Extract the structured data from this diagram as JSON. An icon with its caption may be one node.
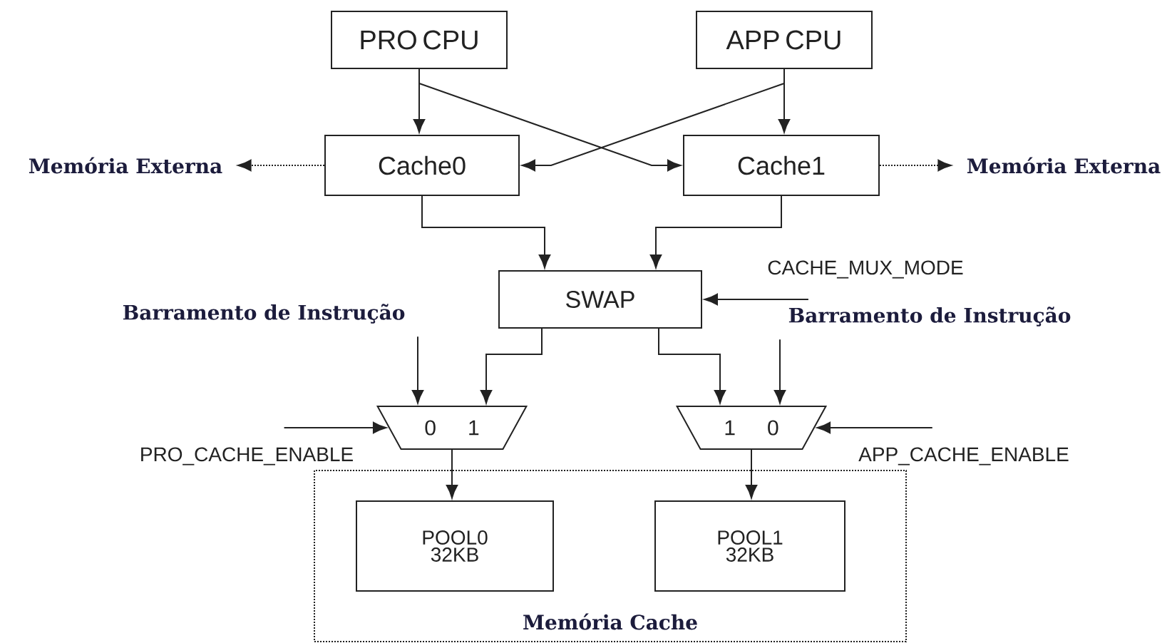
{
  "diagram": {
    "nodes": [
      {
        "text": [
          "PRO CPU"
        ]
      },
      {
        "text": [
          "APP CPU"
        ]
      },
      {
        "text": [
          "Cache0"
        ]
      },
      {
        "text": [
          "Cache1"
        ]
      },
      {
        "text": [
          "Memória Externa"
        ]
      },
      {
        "text": [
          "Memória Externa"
        ]
      },
      {
        "text": [
          "SWAP"
        ]
      },
      {
        "text": [
          "CACHE_MUX_MODE"
        ]
      },
      {
        "text": [
          "Barramento de Instrução"
        ]
      },
      {
        "text": [
          "Barramento de Instrução"
        ]
      },
      {
        "text": [
          "0",
          "1"
        ]
      },
      {
        "text": [
          "1",
          "0"
        ]
      },
      {
        "text": [
          "PRO_CACHE_ENABLE"
        ]
      },
      {
        "text": [
          "APP_CACHE_ENABLE"
        ]
      },
      {
        "text": [
          "Memória Cache"
        ]
      },
      {
        "text": [
          "POOL0 32KB"
        ],
        "in": 14
      },
      {
        "text": [
          "POOL1 32KB"
        ],
        "in": 14
      }
    ],
    "edges": [
      {
        "from": 0,
        "to": 2,
        "arrow": "to"
      },
      {
        "from": 0,
        "to": 3,
        "arrow": "to"
      },
      {
        "from": 1,
        "to": 3,
        "arrow": "to"
      },
      {
        "from": 1,
        "to": 2,
        "arrow": "to"
      },
      {
        "from": 2,
        "to": 4,
        "arrow": "to",
        "style": "dashed"
      },
      {
        "from": 3,
        "to": 5,
        "arrow": "to",
        "style": "dashed"
      },
      {
        "from": 2,
        "to": 6,
        "arrow": "to"
      },
      {
        "from": 3,
        "to": 6,
        "arrow": "to"
      },
      {
        "from": 7,
        "to": 6,
        "arrow": "to"
      },
      {
        "from": 8,
        "to": 10,
        "arrow": "to"
      },
      {
        "from": 6,
        "to": 10,
        "arrow": "to"
      },
      {
        "from": 6,
        "to": 11,
        "arrow": "to"
      },
      {
        "from": 9,
        "to": 11,
        "arrow": "to"
      },
      {
        "from": 12,
        "to": 10,
        "arrow": "to"
      },
      {
        "from": 13,
        "to": 11,
        "arrow": "to"
      },
      {
        "from": 10,
        "to": 15,
        "arrow": "to"
      },
      {
        "from": 11,
        "to": 16,
        "arrow": "to"
      }
    ]
  }
}
